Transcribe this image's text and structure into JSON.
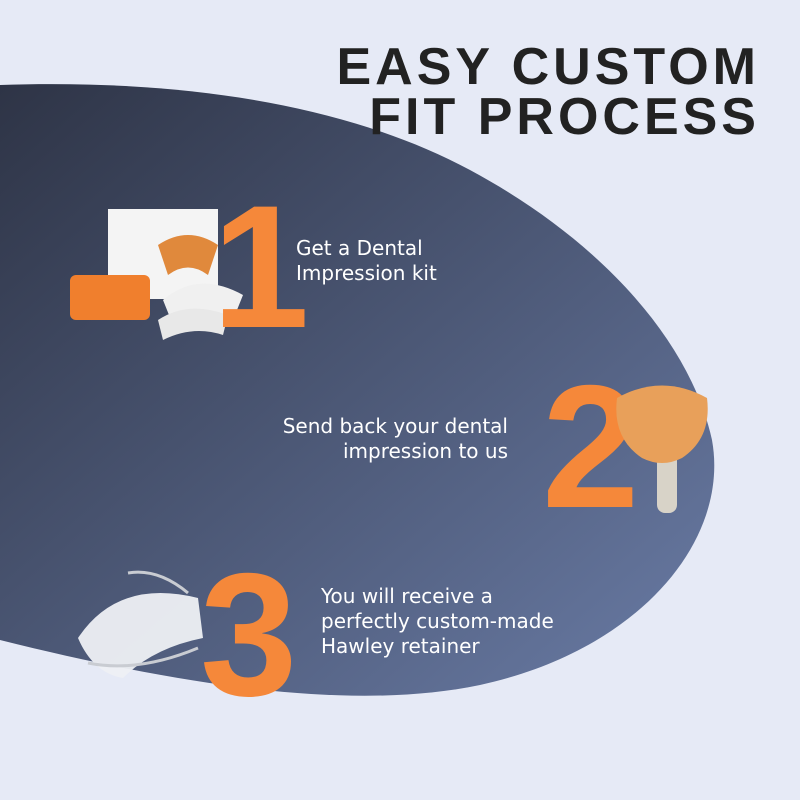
{
  "title": {
    "line1": "EASY CUSTOM",
    "line2": "FIT PROCESS"
  },
  "colors": {
    "accent": "#f5883a",
    "background": "#e6eaf6",
    "blob_dark": "#2e3446",
    "blob_light": "#6a7ca6"
  },
  "steps": [
    {
      "number": "1",
      "line1": "Get a Dental",
      "line2": "Impression kit",
      "image": "impression-kit-photo"
    },
    {
      "number": "2",
      "line1": "Send back your dental",
      "line2": "impression to us",
      "image": "dental-impression-tray-photo"
    },
    {
      "number": "3",
      "line1": "You will receive a",
      "line2": "perfectly custom-made",
      "line3": "Hawley retainer",
      "image": "hawley-retainer-photo"
    }
  ]
}
